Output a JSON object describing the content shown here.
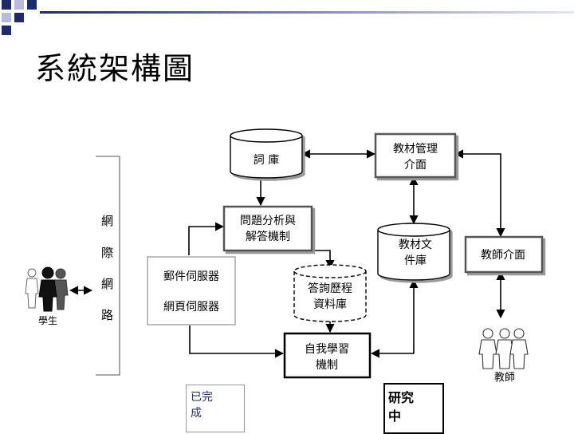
{
  "slide": {
    "title": "系統架構圖",
    "accent_color": "#1e2a6e",
    "tile_color": "#b8bde0"
  },
  "diagram": {
    "cyl_lexicon": "詞 庫",
    "box_material_mgmt": [
      "教材管理",
      "介面"
    ],
    "box_question_analysis": [
      "問題分析與",
      "解答機制"
    ],
    "cyl_material_docs": [
      "教材文",
      "件庫"
    ],
    "box_teacher_ui": "教師介面",
    "box_servers": [
      "郵件伺服器",
      "網頁伺服器"
    ],
    "cyl_qa_history": [
      "答詢歷程",
      "資料庫"
    ],
    "box_self_learning": [
      "自我學習",
      "機制"
    ],
    "internet_label": [
      "網",
      "際",
      "網",
      "路"
    ],
    "student_label": "學生",
    "teacher_label": "教師",
    "legend_done": [
      "已完",
      "成"
    ],
    "legend_research": [
      "研究",
      "中"
    ]
  }
}
